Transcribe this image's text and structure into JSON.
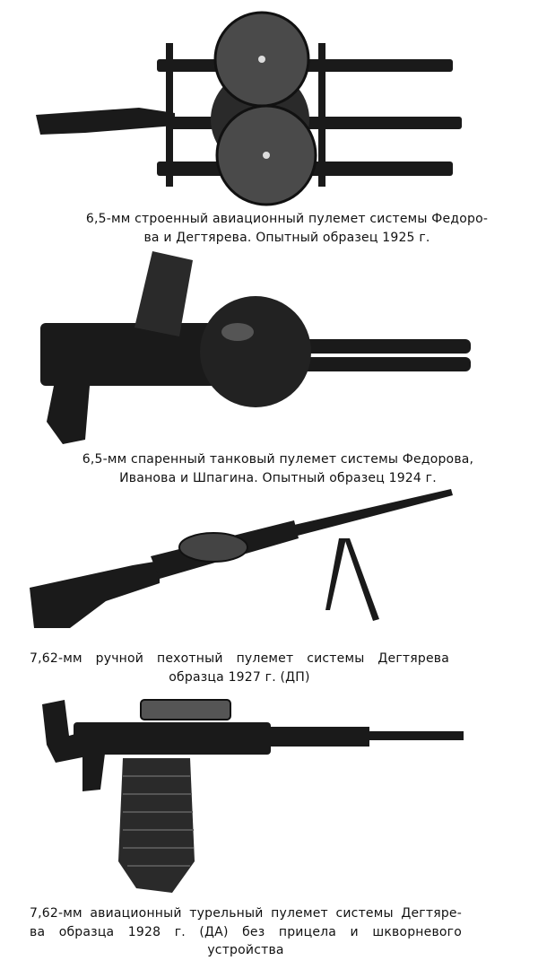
{
  "figures": [
    {
      "caption_lines": [
        "6,5-мм строенный авиационный пулемет системы Федоро-",
        "ва и Дегтярева. Опытный образец 1925 г."
      ]
    },
    {
      "caption_lines": [
        "6,5-мм спаренный танковый пулемет системы Федорова,",
        "Иванова и Шпагина. Опытный образец 1924 г."
      ]
    },
    {
      "caption_lines": [
        "7,62-мм ручной пехотный пулемет системы Дегтярева",
        "образца 1927 г. (ДП)"
      ]
    },
    {
      "caption_lines": [
        "7,62-мм авиационный турельный пулемет системы Дегтяре-",
        "ва образца 1928 г. (ДА) без прицела и шкворневого",
        "устройства"
      ]
    }
  ]
}
